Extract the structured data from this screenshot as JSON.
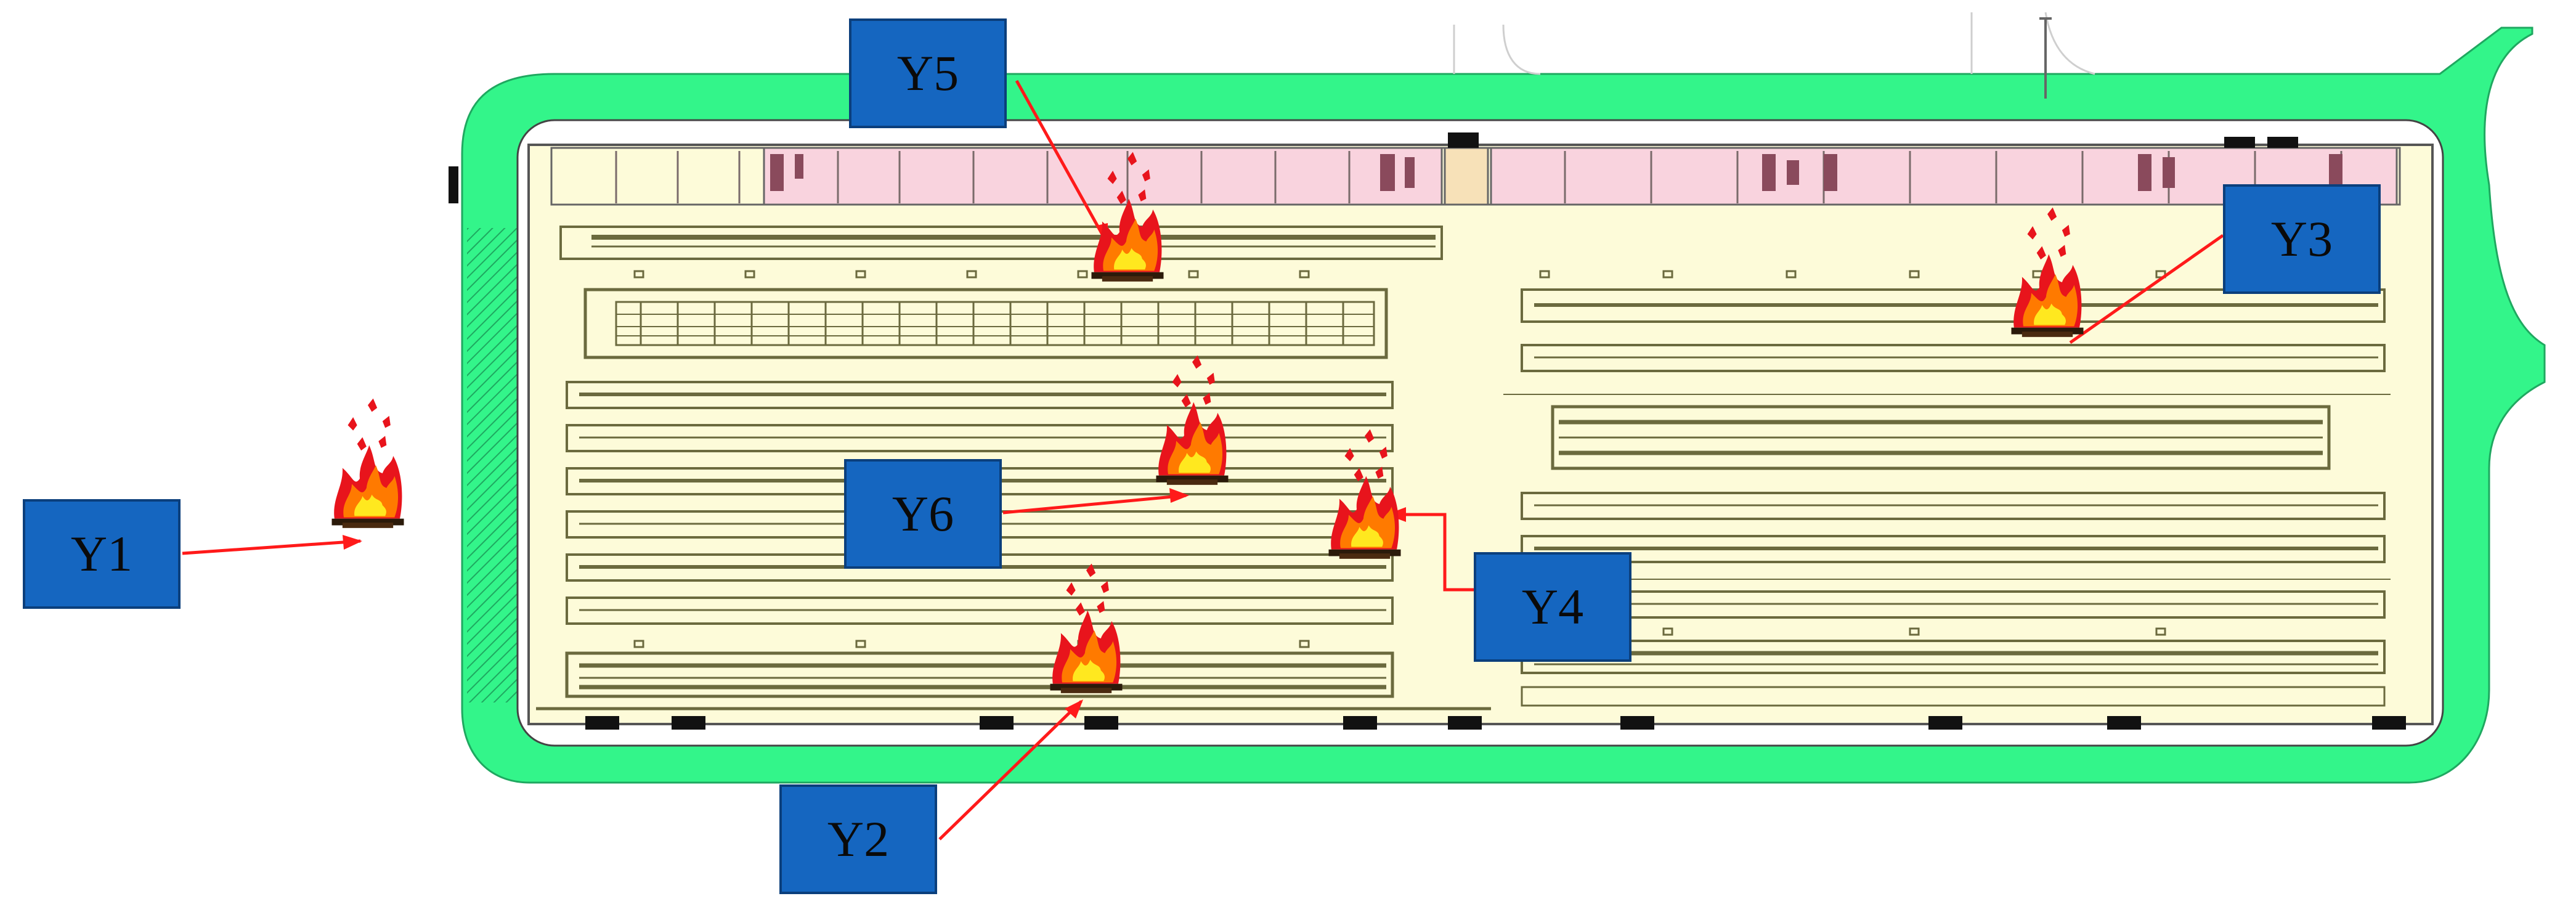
{
  "labels": {
    "y1": "Y1",
    "y2": "Y2",
    "y3": "Y3",
    "y4": "Y4",
    "y5": "Y5",
    "y6": "Y6"
  },
  "colors": {
    "road": "#33f58a",
    "floor": "#fdfbd9",
    "office_strip": "#f9d3de",
    "equipment": "#6b6a3e",
    "label_box": "#1566c0",
    "label_border": "#0b3f7c",
    "leader": "#ff1a1a",
    "fire_outer": "#e8141c",
    "fire_mid": "#ff7a00",
    "fire_core": "#ffe81f"
  },
  "icons": {
    "fire": "fire-icon"
  }
}
